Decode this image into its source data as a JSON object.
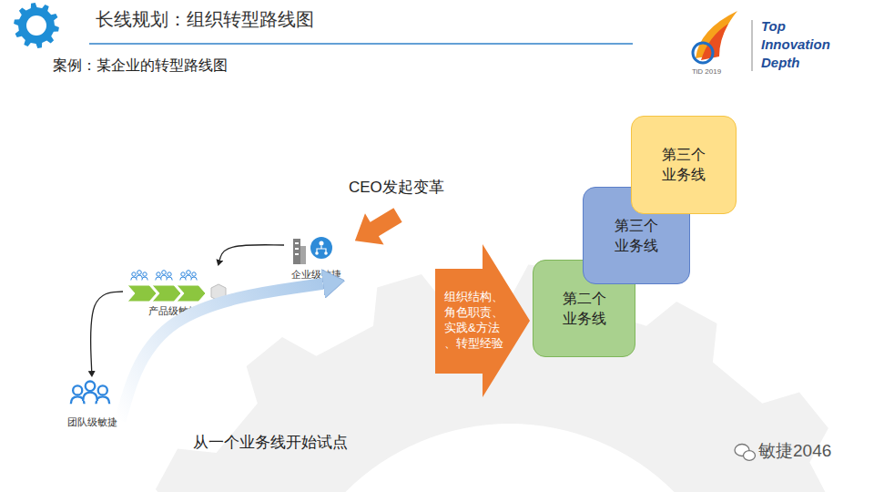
{
  "diagram": {
    "title": "长线规划：组织转型路线图",
    "nodes": [
      {
        "text": [
          "企业级敏捷"
        ]
      },
      {
        "text": [
          "产品级敏捷"
        ]
      },
      {
        "text": [
          "团队级敏捷"
        ]
      },
      {
        "text": [
          "组织结构、 角色职责、 实践&方法 、转型经验"
        ]
      },
      {
        "text": [
          "第二个 业务线"
        ]
      },
      {
        "text": [
          "第三个 业务线"
        ]
      },
      {
        "text": [
          "第三个 业务线"
        ]
      }
    ],
    "edges": [
      {
        "from": 0,
        "to": 1,
        "arrow": "to"
      },
      {
        "from": 1,
        "to": 2,
        "arrow": "to"
      },
      {
        "from": 2,
        "to": 0,
        "arrow": "to"
      }
    ],
    "labels": [
      "案例：某企业的转型路线图",
      "CEO发起变革",
      "从一个业务线开始试点",
      "TiD 2019",
      "Top",
      "Innovation",
      "Depth",
      "敏捷2046"
    ]
  }
}
